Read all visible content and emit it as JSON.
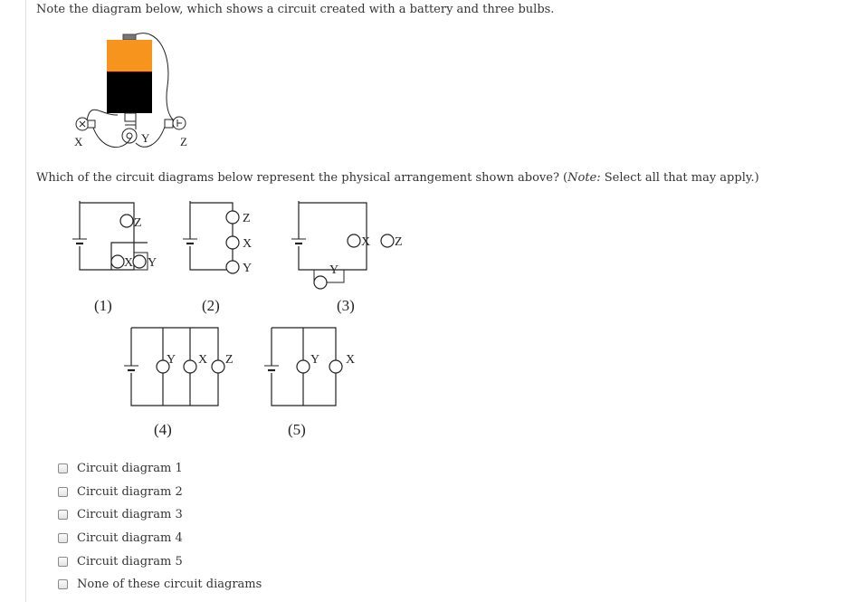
{
  "question": {
    "intro": "Note the diagram below, which shows a circuit created with a battery and three bulbs.",
    "prompt_main": "Which of the circuit diagrams below represent the physical arrangement shown above? (",
    "prompt_note_label": "Note:",
    "prompt_note_text": " Select all that may apply.)"
  },
  "colors": {
    "battery_top": "#f7941d",
    "battery_bottom": "#000000"
  },
  "physical_diagram": {
    "bulb_labels": [
      "X",
      "Y",
      "Z"
    ]
  },
  "circuit_diagrams": [
    {
      "number": "(1)",
      "bulb_labels": [
        "Z",
        "X",
        "Y"
      ]
    },
    {
      "number": "(2)",
      "bulb_labels": [
        "Z",
        "X",
        "Y"
      ]
    },
    {
      "number": "(3)",
      "bulb_labels": [
        "Y",
        "X",
        "Z"
      ]
    },
    {
      "number": "(4)",
      "bulb_labels": [
        "Y",
        "X",
        "Z"
      ]
    },
    {
      "number": "(5)",
      "bulb_labels": [
        "Y",
        "X"
      ]
    }
  ],
  "options": [
    {
      "label": "Circuit diagram 1",
      "checked": false
    },
    {
      "label": "Circuit diagram 2",
      "checked": false
    },
    {
      "label": "Circuit diagram 3",
      "checked": false
    },
    {
      "label": "Circuit diagram 4",
      "checked": false
    },
    {
      "label": "Circuit diagram 5",
      "checked": false
    },
    {
      "label": "None of these circuit diagrams",
      "checked": false
    }
  ]
}
